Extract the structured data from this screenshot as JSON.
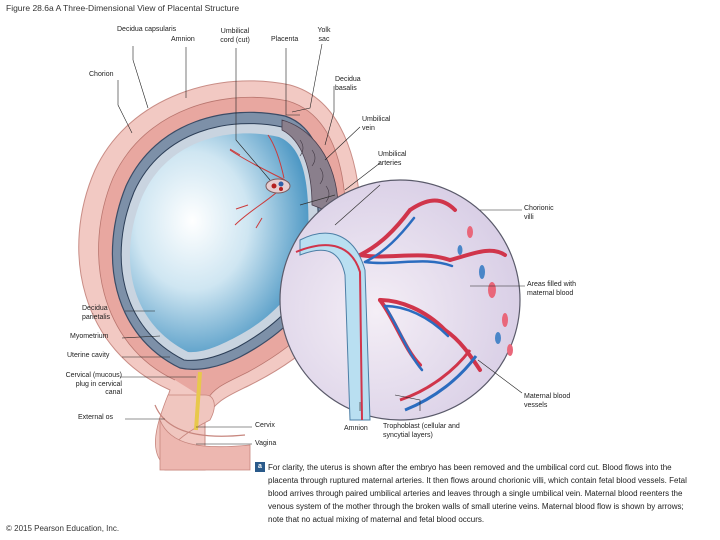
{
  "figure": {
    "title": "Figure 28.6a A Three-Dimensional View of Placental Structure",
    "part_label": "a",
    "caption": "For clarity, the uterus is shown after the embryo has been removed and the umbilical cord cut. Blood flows into the placenta through ruptured maternal arteries. It then flows around chorionic villi, which contain fetal blood vessels. Fetal blood arrives through paired umbilical arteries and leaves through a single umbilical vein. Maternal blood reenters the venous system of the mother through the broken walls of small uterine veins. Maternal blood flow is shown by arrows; note that no actual mixing of maternal and fetal blood occurs.",
    "copyright": "© 2015 Pearson Education, Inc."
  },
  "labels": {
    "decidua_capsularis": "Decidua capsularis",
    "amnion_top": "Amnion",
    "umbilical_cord": "Umbilical cord (cut)",
    "placenta": "Placenta",
    "yolk_sac": "Yolk sac",
    "chorion": "Chorion",
    "decidua_basalis": "Decidua basalis",
    "umbilical_vein": "Umbilical vein",
    "umbilical_arteries": "Umbilical arteries",
    "chorionic_villi": "Chorionic villi",
    "maternal_blood_areas": "Areas filled with maternal blood",
    "decidua_parietalis": "Decidua parietalis",
    "myometrium": "Myometrium",
    "uterine_cavity": "Uterine cavity",
    "cervical_plug": "Cervical (mucous) plug in cervical canal",
    "external_os": "External os",
    "cervix": "Cervix",
    "vagina": "Vagina",
    "amnion_bottom": "Amnion",
    "trophoblast": "Trophoblast (cellular and syncytial layers)",
    "maternal_vessels": "Maternal blood vessels"
  }
}
